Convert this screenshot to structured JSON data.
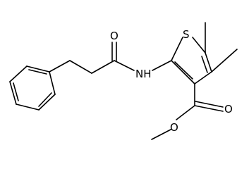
{
  "molecule": {
    "atom_labels": {
      "sulfur": "S",
      "amide_oxygen": "O",
      "amide_nitrogen": "NH",
      "ester_carbonyl_oxygen": "O",
      "ester_ether_oxygen": "O"
    },
    "colors": {
      "bond": "#000000",
      "label": "#000000",
      "background": "#ffffff"
    }
  }
}
